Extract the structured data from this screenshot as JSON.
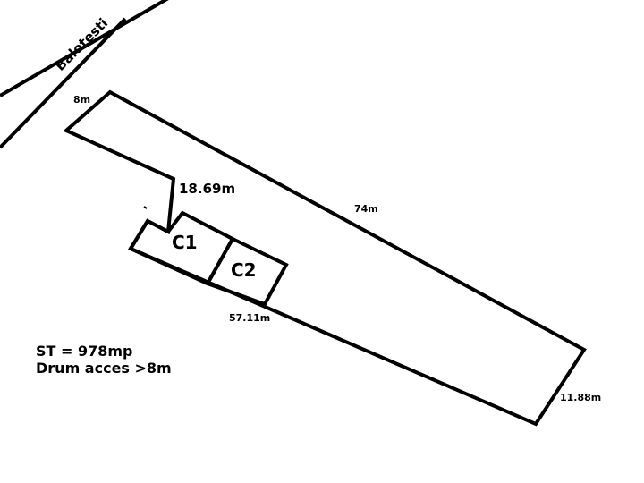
{
  "street": {
    "name": "Balotesti"
  },
  "dimensions": {
    "front": "8m",
    "long_side": "74m",
    "notch": "18.69m",
    "lower_side": "57.11m",
    "back": "11.88m"
  },
  "buildings": {
    "c1": "C1",
    "c2": "C2"
  },
  "notes": {
    "area": "ST = 978mp",
    "access": "Drum acces >8m"
  }
}
